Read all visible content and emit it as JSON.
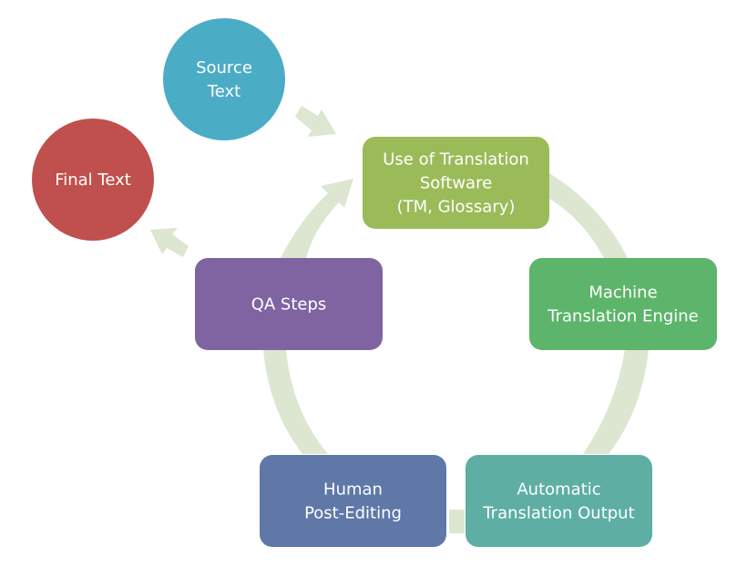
{
  "diagram": {
    "title": "Machine translation workflow cycle",
    "connector_color": "#dde6d0",
    "entry": {
      "label_lines": [
        "Source",
        "Text"
      ],
      "color": "#4bacc6",
      "shape": "circle"
    },
    "exit": {
      "label_lines": [
        "Final Text"
      ],
      "color": "#c0504d",
      "shape": "circle"
    },
    "cycle_steps": [
      {
        "id": "translation-software",
        "label_lines": [
          "Use of Translation",
          "Software",
          "(TM, Glossary)"
        ],
        "color": "#9bbb59"
      },
      {
        "id": "mt-engine",
        "label_lines": [
          "Machine",
          "Translation Engine"
        ],
        "color": "#5cb56a"
      },
      {
        "id": "automatic-output",
        "label_lines": [
          "Automatic",
          "Translation Output"
        ],
        "color": "#5eaea4"
      },
      {
        "id": "human-post-editing",
        "label_lines": [
          "Human",
          "Post-Editing"
        ],
        "color": "#5f78a8"
      },
      {
        "id": "qa-steps",
        "label_lines": [
          "QA Steps"
        ],
        "color": "#8064a2"
      }
    ],
    "flows": [
      {
        "from": "Source Text",
        "to": "Use of Translation Software (TM, Glossary)"
      },
      {
        "from": "Use of Translation Software (TM, Glossary)",
        "to": "Machine Translation Engine"
      },
      {
        "from": "Machine Translation Engine",
        "to": "Automatic Translation Output"
      },
      {
        "from": "Automatic Translation Output",
        "to": "Human Post-Editing"
      },
      {
        "from": "Human Post-Editing",
        "to": "QA Steps"
      },
      {
        "from": "QA Steps",
        "to": "Use of Translation Software (TM, Glossary)"
      },
      {
        "from": "QA Steps",
        "to": "Final Text"
      }
    ]
  }
}
